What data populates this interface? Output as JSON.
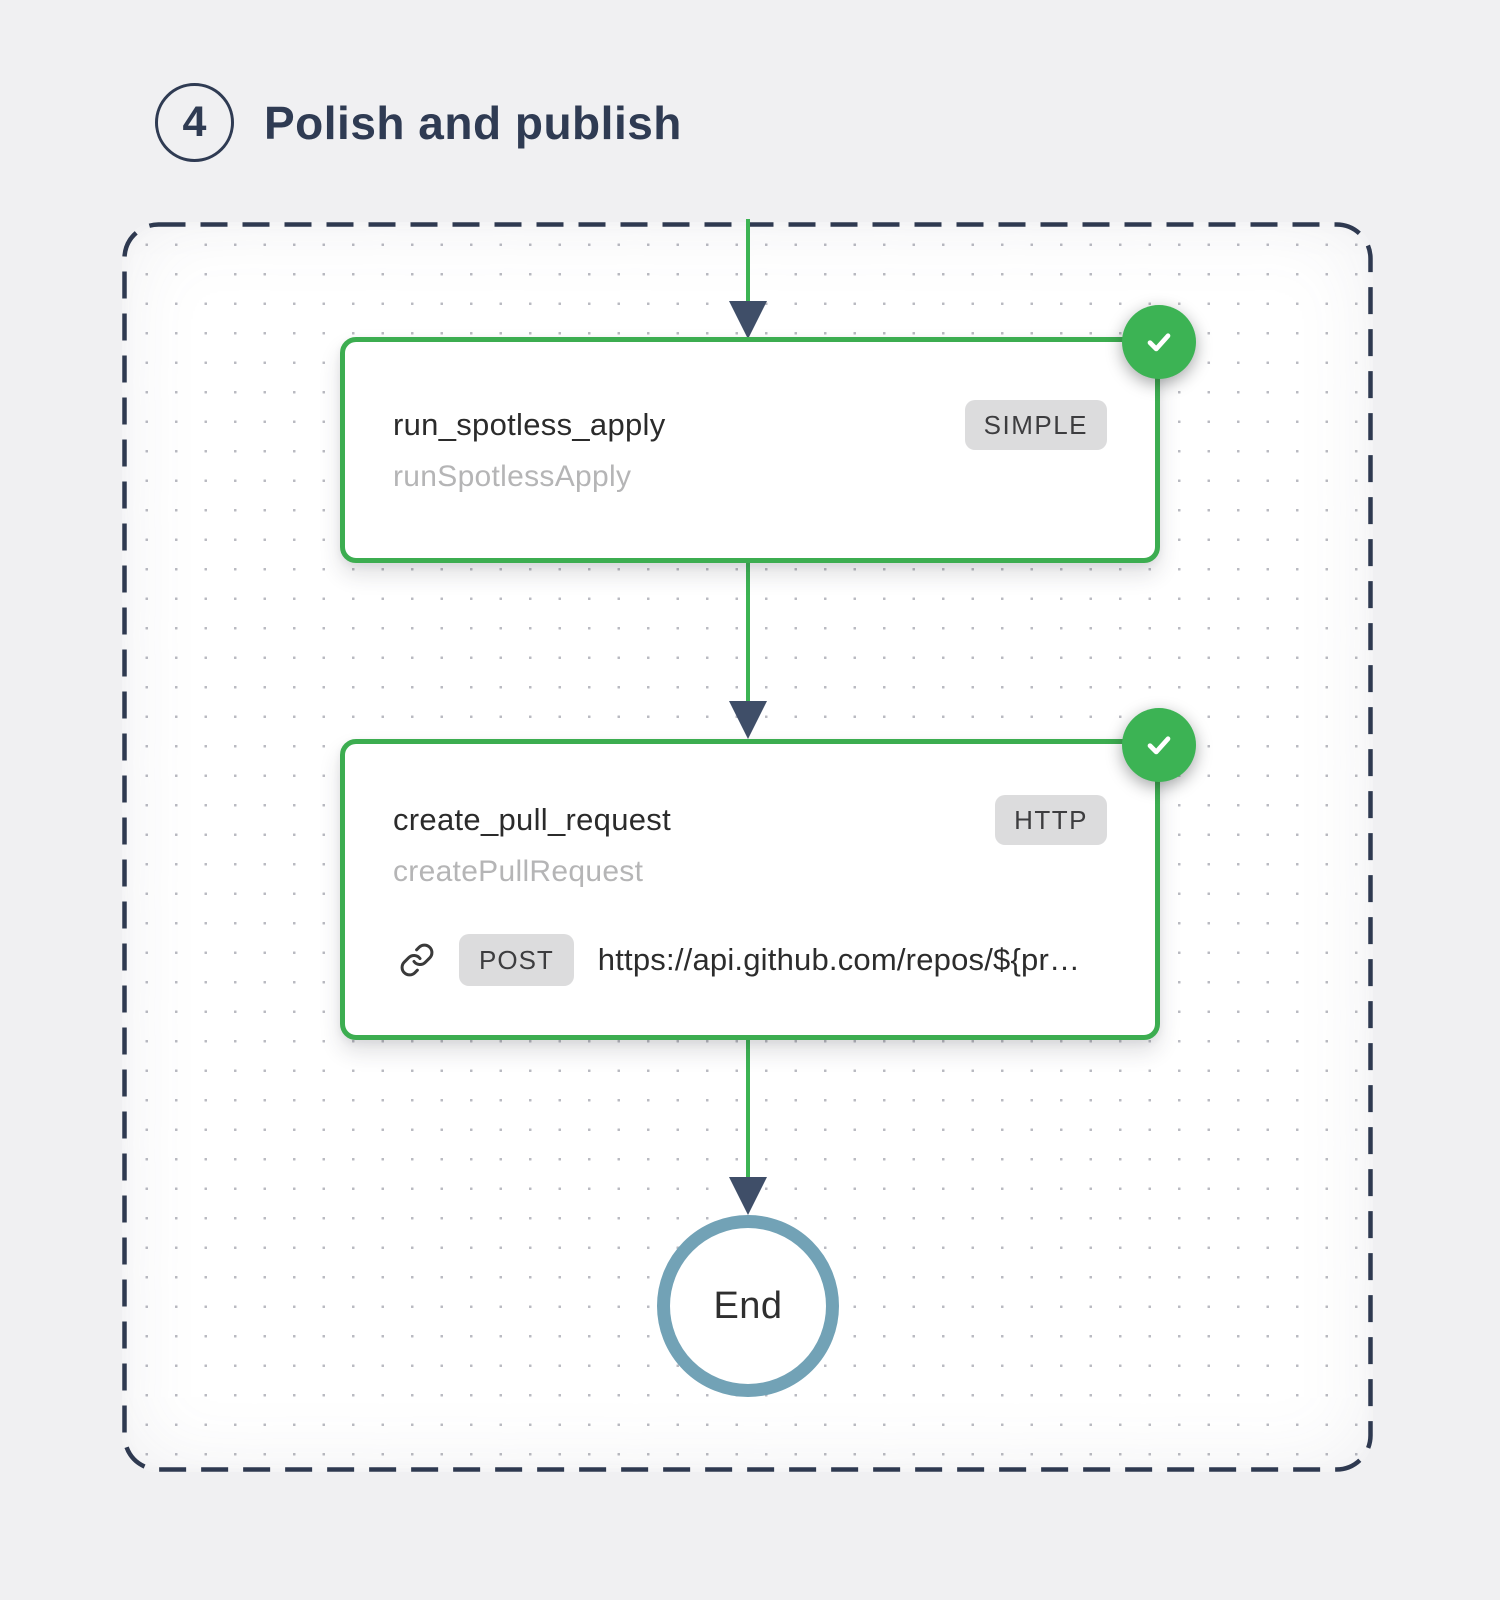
{
  "header": {
    "step_number": "4",
    "title": "Polish and publish"
  },
  "colors": {
    "page_background": "#f0f0f2",
    "canvas_background": "#ffffff",
    "dashed_border": "#2e3950",
    "node_border_green": "#3cad50",
    "connector_green": "#3cb353",
    "arrowhead_navy": "#3f4e68",
    "check_circle_green": "#3cb354",
    "end_ring_blue": "#72a2b6",
    "badge_background": "#dcdcdd",
    "title_text": "#2b2b2b",
    "subtitle_text": "#b5b5b6",
    "header_text": "#2f3b53"
  },
  "nodes": [
    {
      "title": "run_spotless_apply",
      "subtitle": "runSpotlessApply",
      "type_badge": "SIMPLE",
      "status": "completed",
      "status_icon": "check-icon"
    },
    {
      "title": "create_pull_request",
      "subtitle": "createPullRequest",
      "type_badge": "HTTP",
      "status": "completed",
      "status_icon": "check-icon",
      "request": {
        "icon": "link-icon",
        "method": "POST",
        "url": "https://api.github.com/repos/${pr…"
      }
    }
  ],
  "end_node": {
    "label": "End"
  }
}
